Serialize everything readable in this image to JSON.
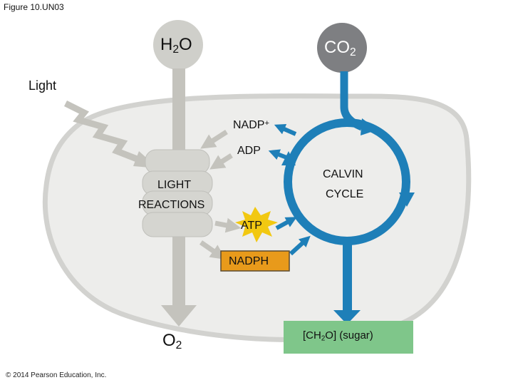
{
  "figure_label": "Figure 10.UN03",
  "copyright": "© 2014 Pearson Education, Inc.",
  "inputs": {
    "water": {
      "base": "H",
      "sub": "2",
      "tail": "O"
    },
    "carbon_dioxide": {
      "base": "CO",
      "sub": "2"
    },
    "light": "Light"
  },
  "outputs": {
    "oxygen": {
      "base": "O",
      "sub": "2"
    },
    "sugar": {
      "pre": "[CH",
      "sub": "2",
      "post": "O] (sugar)"
    }
  },
  "molecules": {
    "nadp": {
      "base": "NADP",
      "sup": "+"
    },
    "adp": "ADP",
    "atp": "ATP",
    "nadph": "NADPH"
  },
  "stages": {
    "light_reactions": {
      "line1": "LIGHT",
      "line2": "REACTIONS"
    },
    "calvin_cycle": {
      "line1": "CALVIN",
      "line2": "CYCLE"
    }
  },
  "colors": {
    "chloroplast_fill": "#ededeb",
    "chloroplast_stroke": "#d2d2cf",
    "gray_arrow": "#c4c3bd",
    "calvin_blue": "#1e7fb8",
    "co2_circle": "#7e7f82",
    "h2o_circle": "#cfcfca",
    "atp_star": "#f2c811",
    "nadph_box": "#e89a1b",
    "sugar_box": "#7fc68a"
  }
}
